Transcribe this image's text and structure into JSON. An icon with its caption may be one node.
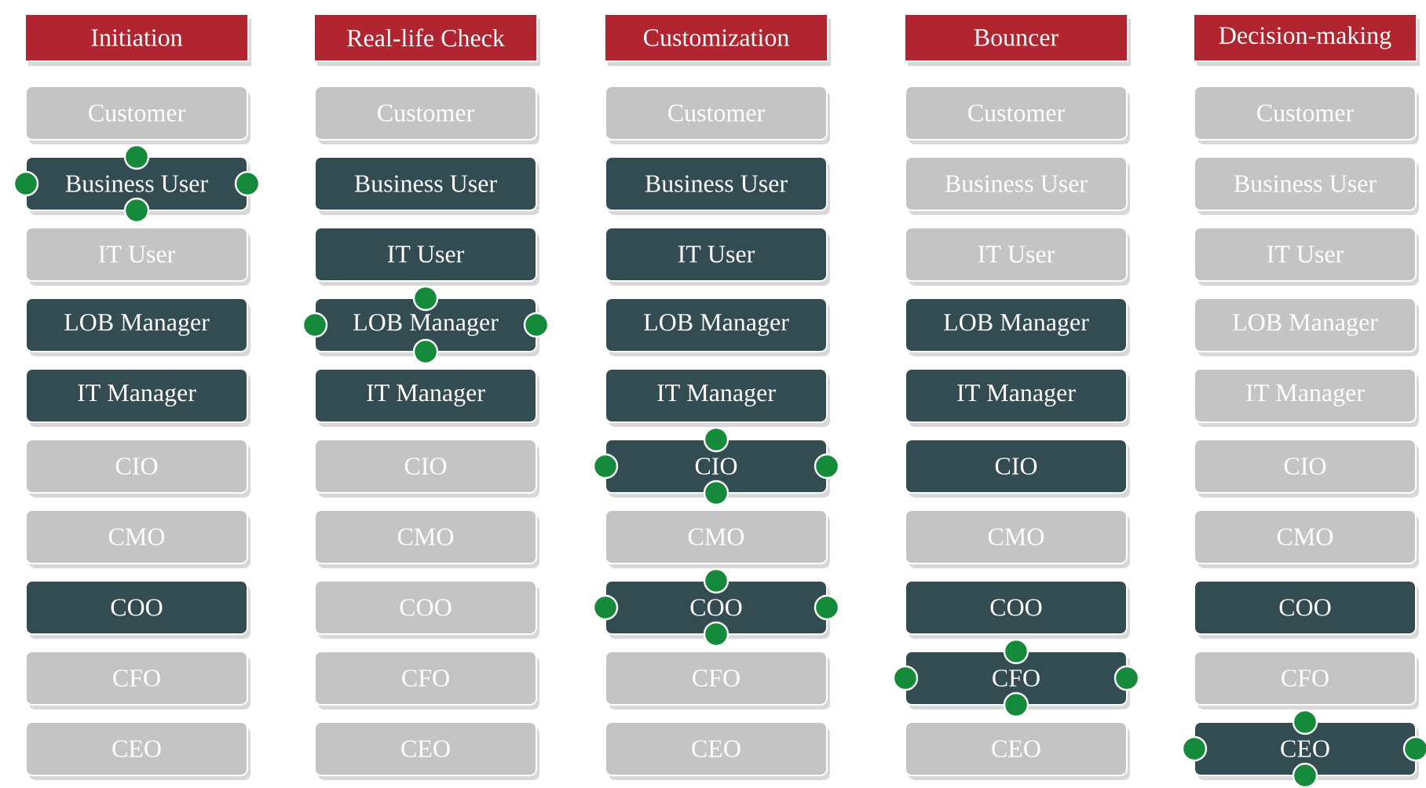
{
  "diagram": {
    "nodes": [
      {
        "text": [
          "Initiation"
        ]
      },
      {
        "text": [
          "Customer"
        ]
      },
      {
        "text": [
          "Business User"
        ]
      },
      {
        "text": [
          "IT User"
        ]
      },
      {
        "text": [
          "LOB Manager"
        ]
      },
      {
        "text": [
          "IT Manager"
        ]
      },
      {
        "text": [
          "CIO"
        ]
      },
      {
        "text": [
          "CMO"
        ]
      },
      {
        "text": [
          "COO"
        ]
      },
      {
        "text": [
          "CFO"
        ]
      },
      {
        "text": [
          "CEO"
        ]
      },
      {
        "text": [
          "Real-life Check"
        ]
      },
      {
        "text": [
          "Customer"
        ]
      },
      {
        "text": [
          "Business User"
        ]
      },
      {
        "text": [
          "IT User"
        ]
      },
      {
        "text": [
          "LOB Manager"
        ]
      },
      {
        "text": [
          "IT Manager"
        ]
      },
      {
        "text": [
          "CIO"
        ]
      },
      {
        "text": [
          "CMO"
        ]
      },
      {
        "text": [
          "COO"
        ]
      },
      {
        "text": [
          "CFO"
        ]
      },
      {
        "text": [
          "CEO"
        ]
      },
      {
        "text": [
          "Customization"
        ]
      },
      {
        "text": [
          "Customer"
        ]
      },
      {
        "text": [
          "Business User"
        ]
      },
      {
        "text": [
          "IT User"
        ]
      },
      {
        "text": [
          "LOB Manager"
        ]
      },
      {
        "text": [
          "IT Manager"
        ]
      },
      {
        "text": [
          "CIO"
        ]
      },
      {
        "text": [
          "CMO"
        ]
      },
      {
        "text": [
          "COO"
        ]
      },
      {
        "text": [
          "CFO"
        ]
      },
      {
        "text": [
          "CEO"
        ]
      },
      {
        "text": [
          "Bouncer"
        ]
      },
      {
        "text": [
          "Customer"
        ]
      },
      {
        "text": [
          "Business User"
        ]
      },
      {
        "text": [
          "IT User"
        ]
      },
      {
        "text": [
          "LOB Manager"
        ]
      },
      {
        "text": [
          "IT Manager"
        ]
      },
      {
        "text": [
          "CIO"
        ]
      },
      {
        "text": [
          "CMO"
        ]
      },
      {
        "text": [
          "COO"
        ]
      },
      {
        "text": [
          "CFO"
        ]
      },
      {
        "text": [
          "CEO"
        ]
      },
      {
        "text": [
          "Decision-making"
        ]
      },
      {
        "text": [
          "Customer"
        ]
      },
      {
        "text": [
          "Business User"
        ]
      },
      {
        "text": [
          "IT User"
        ]
      },
      {
        "text": [
          "LOB Manager"
        ]
      },
      {
        "text": [
          "IT Manager"
        ]
      },
      {
        "text": [
          "CIO"
        ]
      },
      {
        "text": [
          "CMO"
        ]
      },
      {
        "text": [
          "COO"
        ]
      },
      {
        "text": [
          "CFO"
        ]
      },
      {
        "text": [
          "CEO"
        ]
      }
    ]
  }
}
